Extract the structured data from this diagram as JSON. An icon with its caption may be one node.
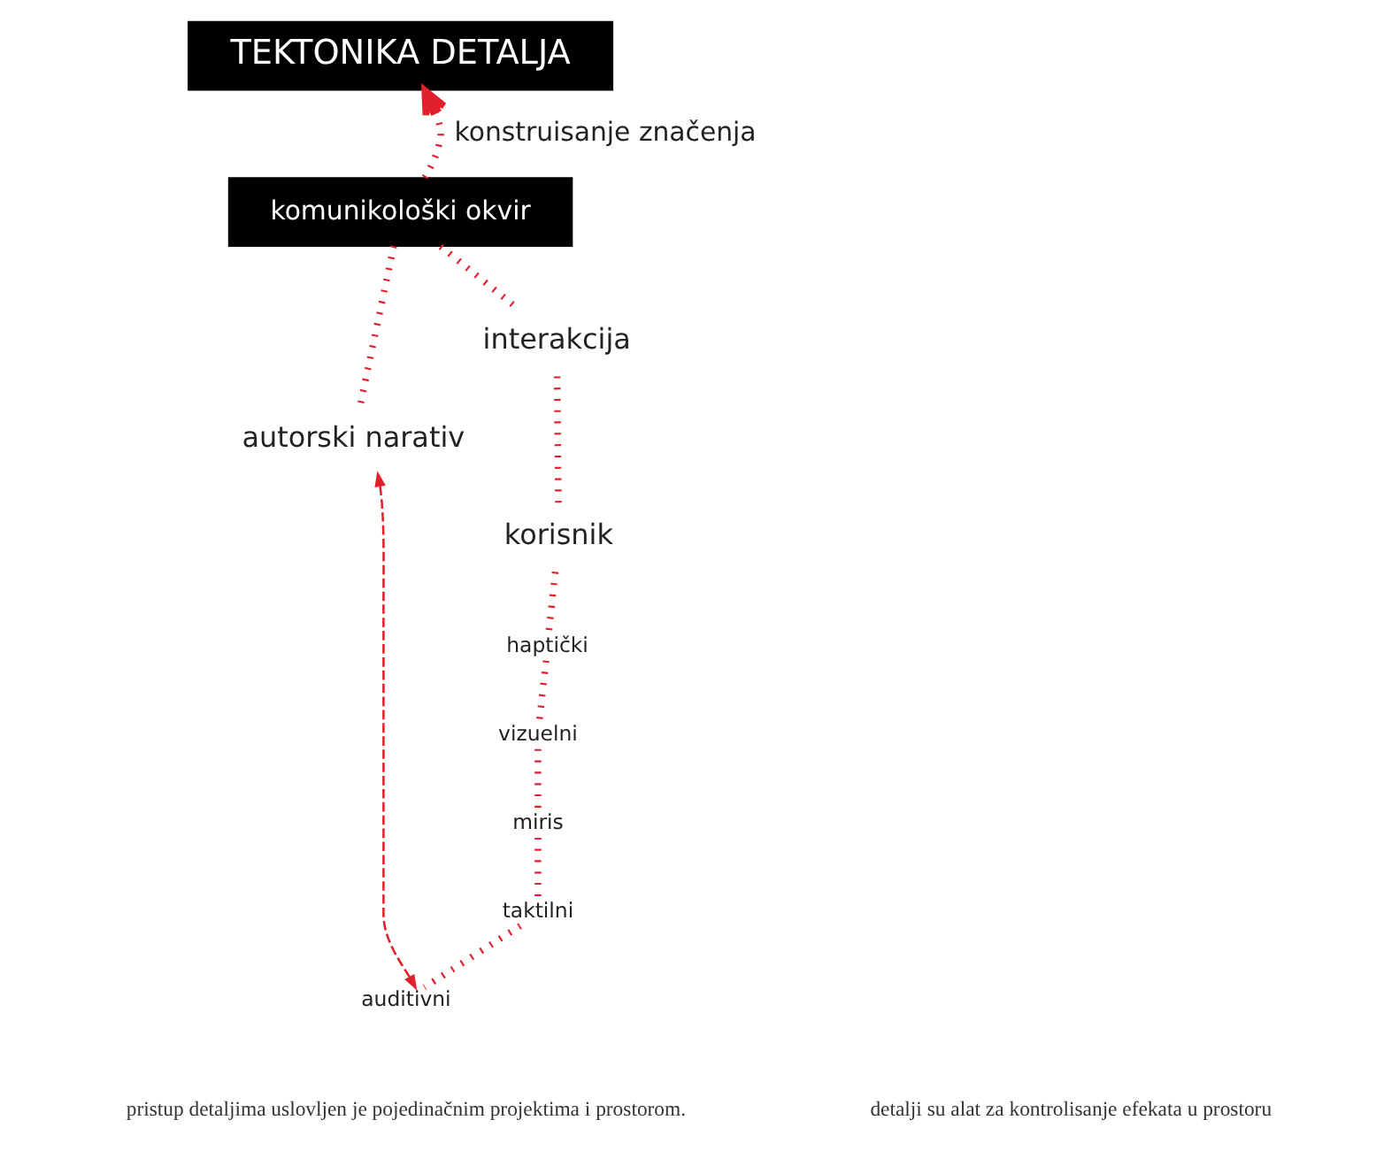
{
  "diagram": {
    "nodes": [
      {
        "text": [
          "TEKTONIKA DETALJA"
        ]
      },
      {
        "text": [
          "komunikološki okvir"
        ]
      },
      {
        "text": [
          "autorski narativ"
        ]
      },
      {
        "text": [
          "interakcija"
        ]
      },
      {
        "text": [
          "korisnik"
        ]
      },
      {
        "text": [
          "haptički"
        ]
      },
      {
        "text": [
          "vizuelni"
        ]
      },
      {
        "text": [
          "miris"
        ]
      },
      {
        "text": [
          "taktilni"
        ]
      },
      {
        "text": [
          "auditivni"
        ]
      }
    ],
    "edges": [
      {
        "from": 1,
        "to": 0,
        "arrow": "to",
        "label": "konstruisanje značenja"
      },
      {
        "from": 1,
        "to": 2,
        "arrow": "none"
      },
      {
        "from": 1,
        "to": 3,
        "arrow": "none"
      },
      {
        "from": 3,
        "to": 4,
        "arrow": "none"
      },
      {
        "from": 4,
        "to": 5,
        "arrow": "none"
      },
      {
        "from": 5,
        "to": 6,
        "arrow": "none"
      },
      {
        "from": 6,
        "to": 7,
        "arrow": "none"
      },
      {
        "from": 7,
        "to": 8,
        "arrow": "none"
      },
      {
        "from": 8,
        "to": 9,
        "arrow": "none"
      },
      {
        "from": 9,
        "to": 2,
        "arrow": "both",
        "style": "dashed"
      }
    ],
    "labels": [
      "pristup detaljima uslovljen je pojedinačnim projektima i prostorom.",
      "detalji su alat za kontrolisanje efekata u prostoru"
    ]
  }
}
